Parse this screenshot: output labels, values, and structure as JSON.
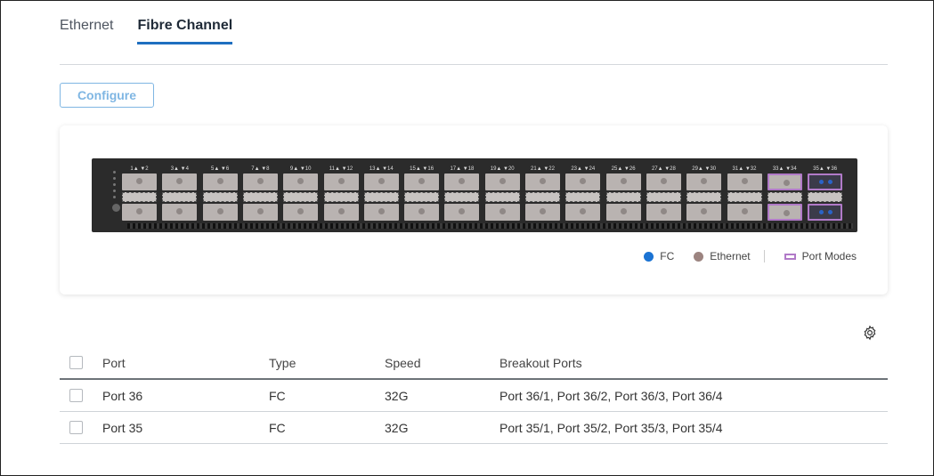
{
  "tabs": [
    {
      "label": "Ethernet",
      "active": false
    },
    {
      "label": "Fibre Channel",
      "active": true
    }
  ],
  "toolbar": {
    "configure_label": "Configure"
  },
  "switch": {
    "port_pair_labels": [
      "1▲ ▼2",
      "3▲ ▼4",
      "5▲ ▼6",
      "7▲ ▼8",
      "9▲ ▼10",
      "11▲ ▼12",
      "13▲ ▼14",
      "15▲ ▼16",
      "17▲ ▼18",
      "19▲ ▼20",
      "21▲ ▼22",
      "23▲ ▼24",
      "25▲ ▼26",
      "27▲ ▼28",
      "29▲ ▼30",
      "31▲ ▼32",
      "33▲ ▼34",
      "35▲ ▼36"
    ]
  },
  "legend": {
    "fc_label": "FC",
    "ethernet_label": "Ethernet",
    "port_modes_label": "Port Modes",
    "colors": {
      "fc": "#1b73d3",
      "ethernet": "#9c8480",
      "port_modes": "#b17ac8"
    }
  },
  "table": {
    "headers": {
      "port": "Port",
      "type": "Type",
      "speed": "Speed",
      "breakout": "Breakout Ports"
    },
    "rows": [
      {
        "port": "Port 36",
        "type": "FC",
        "speed": "32G",
        "breakout": "Port 36/1, Port 36/2, Port 36/3, Port 36/4"
      },
      {
        "port": "Port 35",
        "type": "FC",
        "speed": "32G",
        "breakout": "Port 35/1, Port 35/2, Port 35/3, Port 35/4"
      }
    ]
  },
  "icons": {
    "settings": "gear-icon"
  }
}
